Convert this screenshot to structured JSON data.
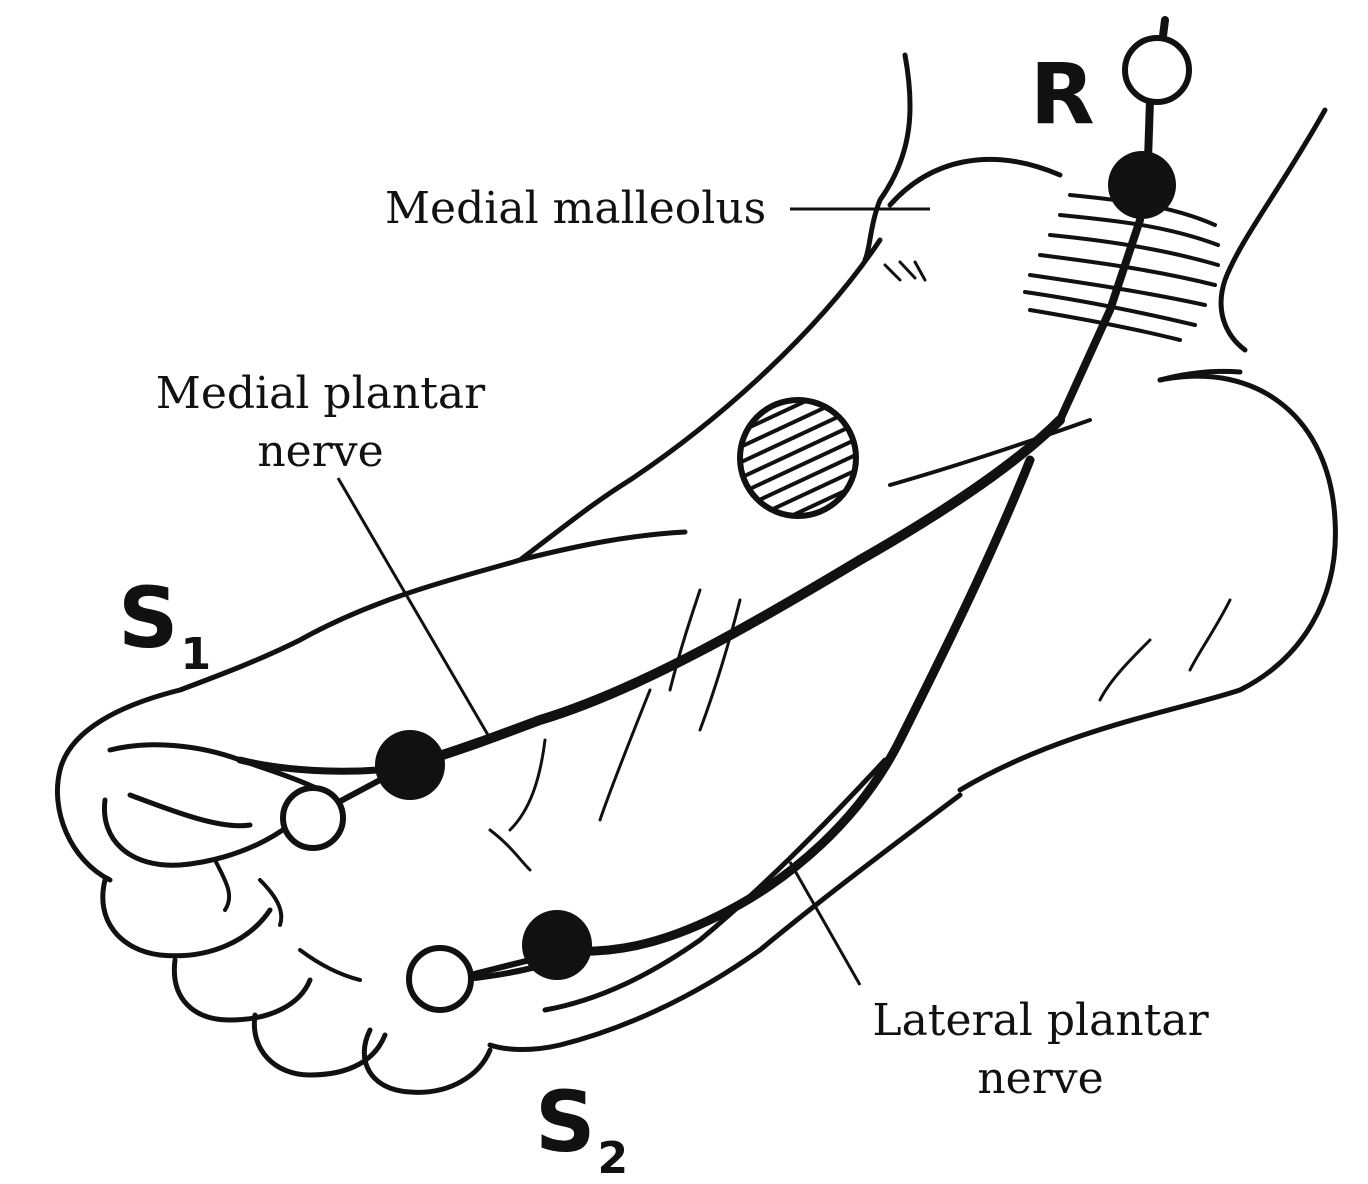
{
  "labels": {
    "medial_malleolus": "Medial malleolus",
    "medial_plantar_line1": "Medial plantar",
    "medial_plantar_line2": "nerve",
    "lateral_plantar_line1": "Lateral plantar",
    "lateral_plantar_line2": "nerve"
  },
  "electrodes": {
    "recording": "R",
    "stim1_letter": "S",
    "stim1_sub": "1",
    "stim2_letter": "S",
    "stim2_sub": "2"
  }
}
